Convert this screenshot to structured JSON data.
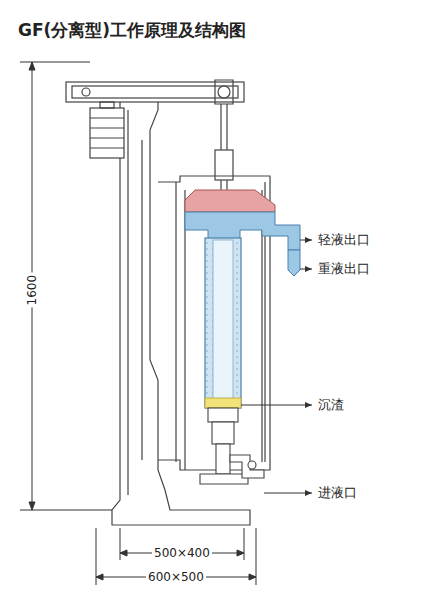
{
  "diagram": {
    "title": "GF(分离型)工作原理及结构图",
    "labels": [
      "轻液出口",
      "重液出口",
      "沉渣",
      "进液口",
      "1600",
      "500×400",
      "600×500"
    ]
  }
}
